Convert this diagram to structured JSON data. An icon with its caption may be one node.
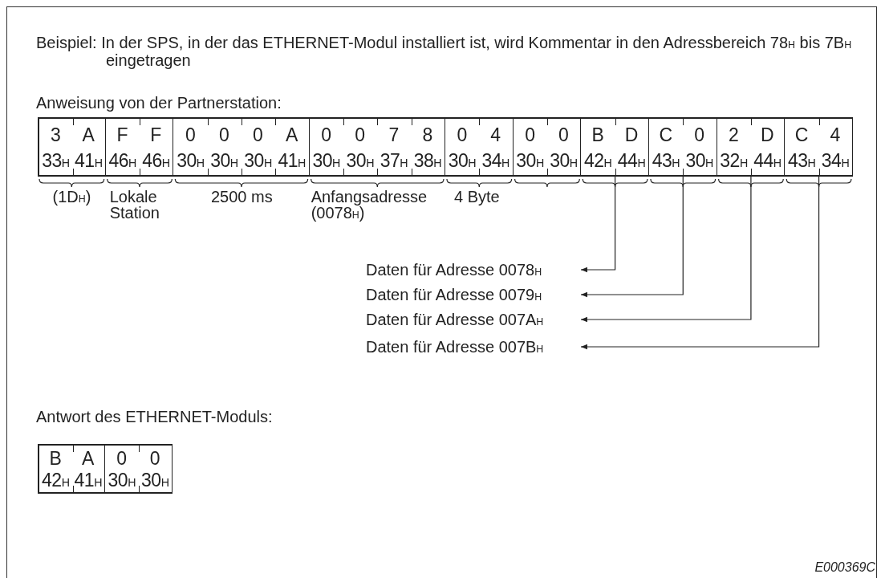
{
  "diagram": {
    "nodes": [
      {
        "text": [
          "3",
          "A",
          "33$_{H}$",
          "41$_{H}$"
        ],
        "beside": [
          "(1D$_{H}$)"
        ]
      },
      {
        "text": [
          "F",
          "F",
          "46$_{H}$",
          "46$_{H}$"
        ],
        "beside": [
          "Lokale Station"
        ]
      },
      {
        "text": [
          "0",
          "0",
          "0",
          "A",
          "30$_{H}$",
          "30$_{H}$",
          "30$_{H}$",
          "41$_{H}$"
        ],
        "beside": [
          "2500 ms"
        ]
      },
      {
        "text": [
          "0",
          "0",
          "7",
          "8",
          "30$_{H}$",
          "30$_{H}$",
          "37$_{H}$",
          "38$_{H}$"
        ],
        "beside": [
          "Anfangsadresse (0078$_{H}$)"
        ]
      },
      {
        "text": [
          "0",
          "4",
          "30$_{H}$",
          "34$_{H}$"
        ],
        "beside": [
          "4 Byte"
        ]
      },
      {
        "text": [
          "0",
          "0",
          "30$_{H}$",
          "30$_{H}$"
        ]
      },
      {
        "text": [
          "B",
          "D",
          "42$_{H}$",
          "44$_{H}$"
        ]
      },
      {
        "text": [
          "C",
          "0",
          "43$_{H}$",
          "30$_{H}$"
        ]
      },
      {
        "text": [
          "2",
          "D",
          "32$_{H}$",
          "44$_{H}$"
        ]
      },
      {
        "text": [
          "C",
          "4",
          "43$_{H}$",
          "34$_{H}$"
        ]
      },
      {
        "text": [
          "Daten für Adresse 0078$_{H}$"
        ]
      },
      {
        "text": [
          "Daten für Adresse 0079$_{H}$"
        ]
      },
      {
        "text": [
          "Daten für Adresse 007A$_{H}$"
        ]
      },
      {
        "text": [
          "Daten für Adresse 007B$_{H}$"
        ]
      },
      {
        "text": [
          "B",
          "A",
          "42$_{H}$",
          "41$_{H}$"
        ]
      },
      {
        "text": [
          "0",
          "0",
          "30$_{H}$",
          "30$_{H}$"
        ]
      }
    ],
    "edges": [
      {
        "from": 6,
        "to": 10,
        "arrow": "to"
      },
      {
        "from": 7,
        "to": 11,
        "arrow": "to"
      },
      {
        "from": 8,
        "to": 12,
        "arrow": "to"
      },
      {
        "from": 9,
        "to": 13,
        "arrow": "to"
      }
    ],
    "labels": [
      "Beispiel: In der SPS, in der das ETHERNET-Modul installiert ist, wird Kommentar in den Adressbereich 78$_{H}$ bis 7B$_{H}$ eingetragen",
      "Anweisung von der Partnerstation:",
      "Antwort des ETHERNET-Moduls:",
      "E000369C"
    ]
  }
}
